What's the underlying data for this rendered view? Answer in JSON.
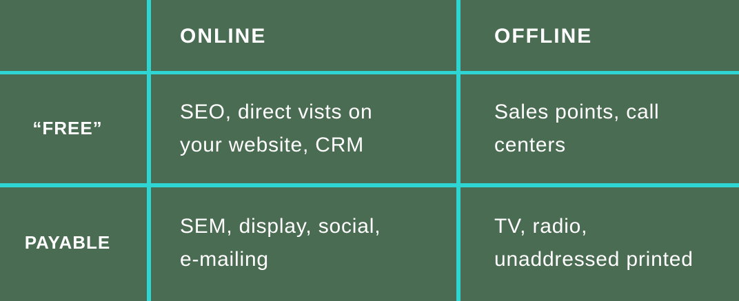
{
  "table": {
    "headers": [
      "ONLINE",
      "OFFLINE"
    ],
    "rows": [
      {
        "label": "“FREE”",
        "cells": [
          "SEO, direct vists on\nyour website, CRM",
          "Sales points, call\ncenters"
        ]
      },
      {
        "label": "PAYABLE",
        "cells": [
          "SEM, display, social,\ne-mailing",
          "TV, radio,\nunaddressed printed"
        ]
      }
    ]
  },
  "colors": {
    "background": "#4A6C52",
    "grid_line": "#2FD5D2",
    "text": "#FFFFFF"
  }
}
